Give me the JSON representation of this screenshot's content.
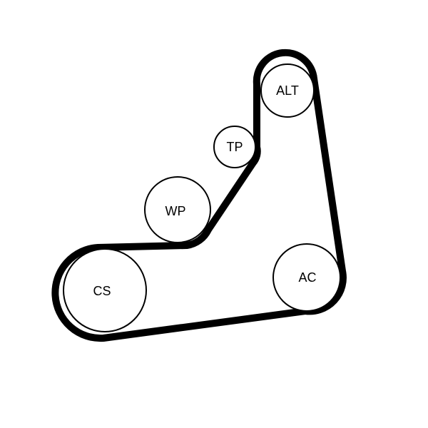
{
  "pulleys": {
    "cs": "CS",
    "wp": "WP",
    "tp": "TP",
    "alt": "ALT",
    "ac": "AC"
  },
  "colors": {
    "belt": "#000000",
    "pulley_fill": "#ffffff",
    "background": "#ffffff"
  }
}
